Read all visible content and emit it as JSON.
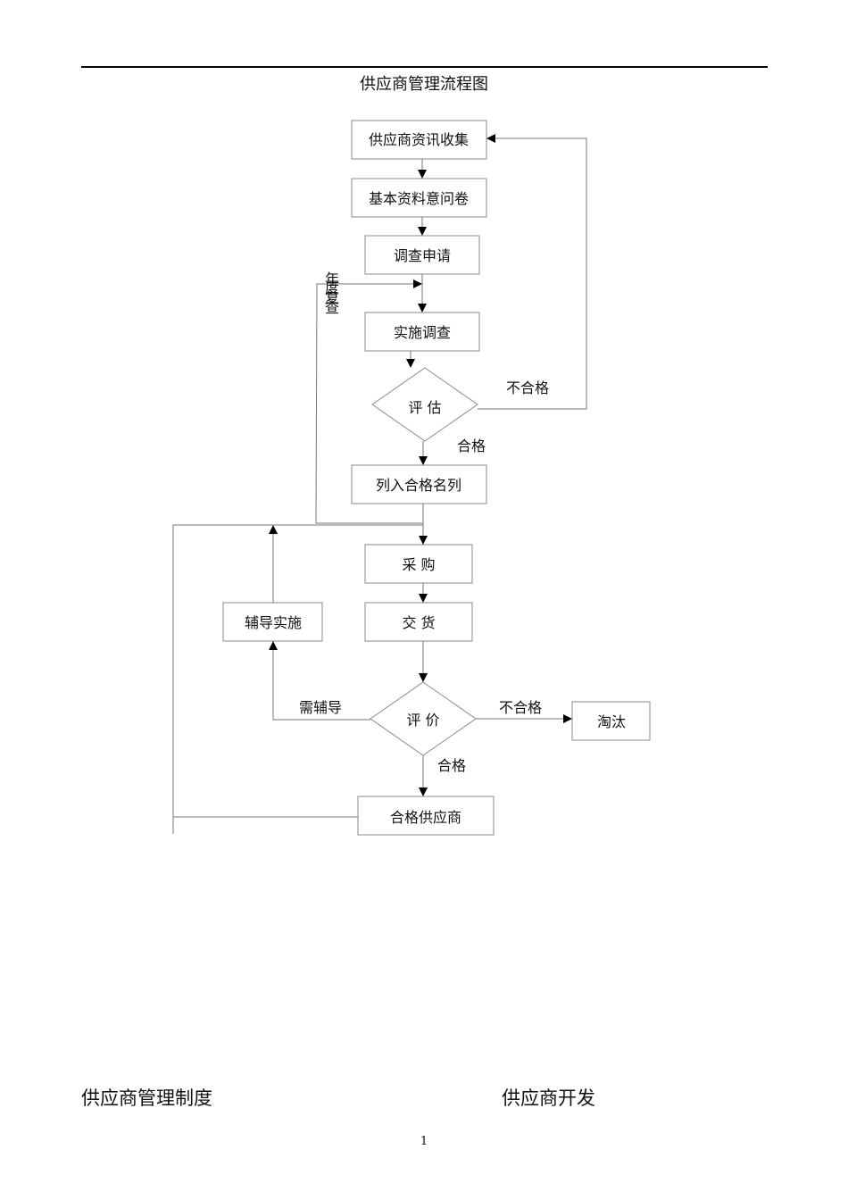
{
  "header": {
    "title": "供应商管理流程图"
  },
  "flowchart": {
    "nodes": {
      "collect": "供应商资讯收集",
      "questionnaire": "基本资料意问卷",
      "apply": "调查申请",
      "survey": "实施调查",
      "assess": "评 估",
      "list": "列入合格名列",
      "purchase": "采 购",
      "delivery": "交 货",
      "coach": "辅导实施",
      "evaluate": "评 价",
      "eliminate": "淘汰",
      "qualified": "合格供应商"
    },
    "edge_labels": {
      "assess_fail": "不合格",
      "assess_pass": "合格",
      "evaluate_fail": "不合格",
      "evaluate_pass": "合格",
      "needs_coaching": "需辅导",
      "annual_review": [
        "年",
        "度",
        "复",
        "查"
      ]
    }
  },
  "footer": {
    "left": "供应商管理制度",
    "right": "供应商开发",
    "page_number": "1"
  }
}
